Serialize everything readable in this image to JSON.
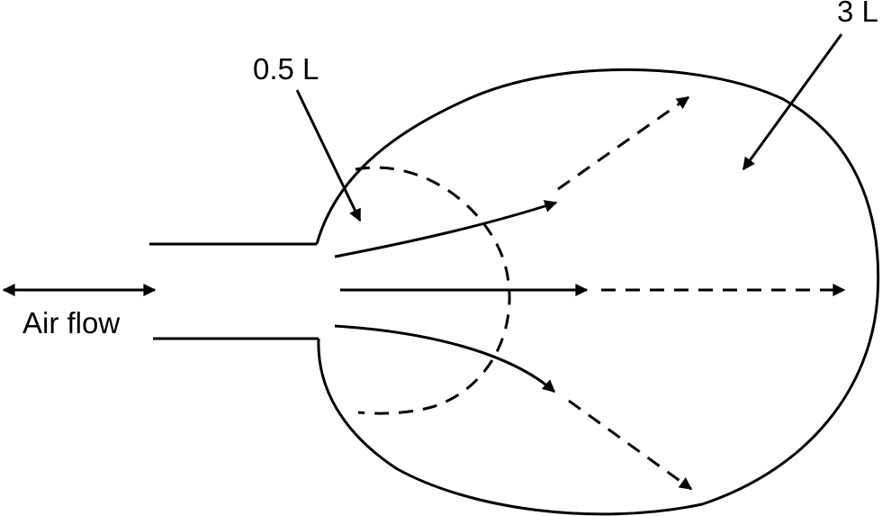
{
  "labels": {
    "small_volume": "0.5 L",
    "large_volume": "3 L",
    "air_flow": "Air flow"
  },
  "colors": {
    "stroke": "#000000",
    "background": "#ffffff"
  }
}
